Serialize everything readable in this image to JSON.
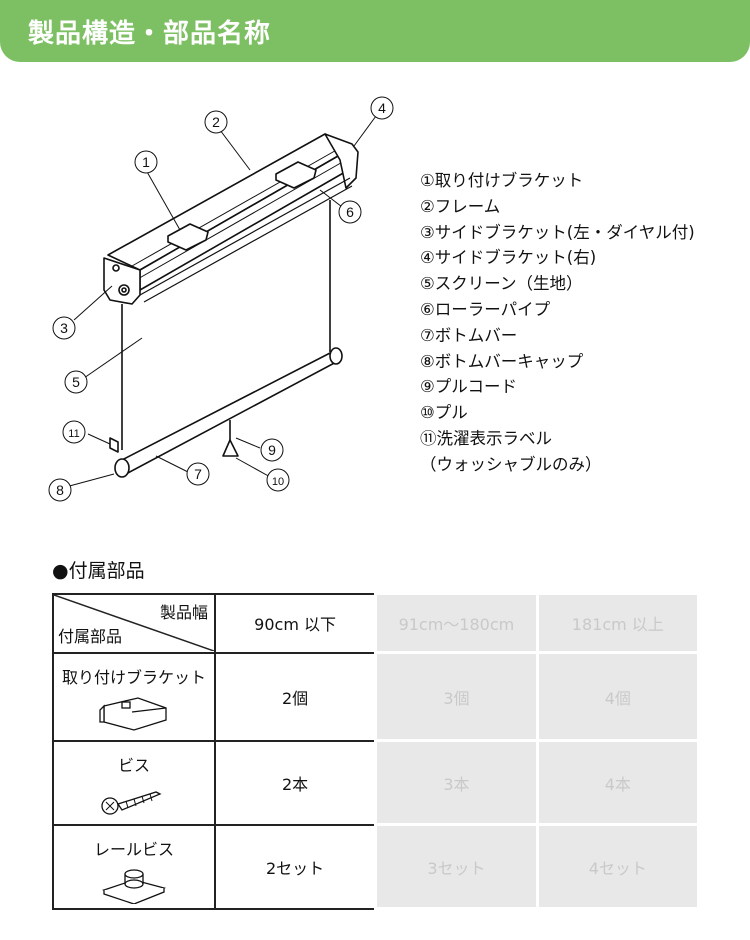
{
  "header": {
    "title": "製品構造・部品名称"
  },
  "diagram": {
    "callouts": [
      "1",
      "2",
      "3",
      "4",
      "5",
      "6",
      "7",
      "8",
      "9",
      "10",
      "11"
    ]
  },
  "parts": [
    "①取り付けブラケット",
    "②フレーム",
    "③サイドブラケット(左・ダイヤル付)",
    "④サイドブラケット(右)",
    "⑤スクリーン（生地）",
    "⑥ローラーパイプ",
    "⑦ボトムバー",
    "⑧ボトムバーキャップ",
    "⑨プルコード",
    "⑩プル",
    "⑪洗濯表示ラベル",
    "（ウォッシャブルのみ）"
  ],
  "accessories": {
    "heading": "●付属部品",
    "corner_top": "製品幅",
    "corner_bottom": "付属部品",
    "columns": [
      "90cm 以下",
      "91cm〜180cm",
      "181cm 以上"
    ],
    "rows": [
      {
        "name": "取り付けブラケット",
        "icon": "bracket-icon",
        "values": [
          "2個",
          "3個",
          "4個"
        ]
      },
      {
        "name": "ビス",
        "icon": "screw-icon",
        "values": [
          "2本",
          "3本",
          "4本"
        ]
      },
      {
        "name": "レールビス",
        "icon": "rail-screw-icon",
        "values": [
          "2セット",
          "3セット",
          "4セット"
        ]
      }
    ]
  },
  "colors": {
    "header_bg": "#7dc063",
    "dim_cell_bg": "#e8e8e8"
  }
}
